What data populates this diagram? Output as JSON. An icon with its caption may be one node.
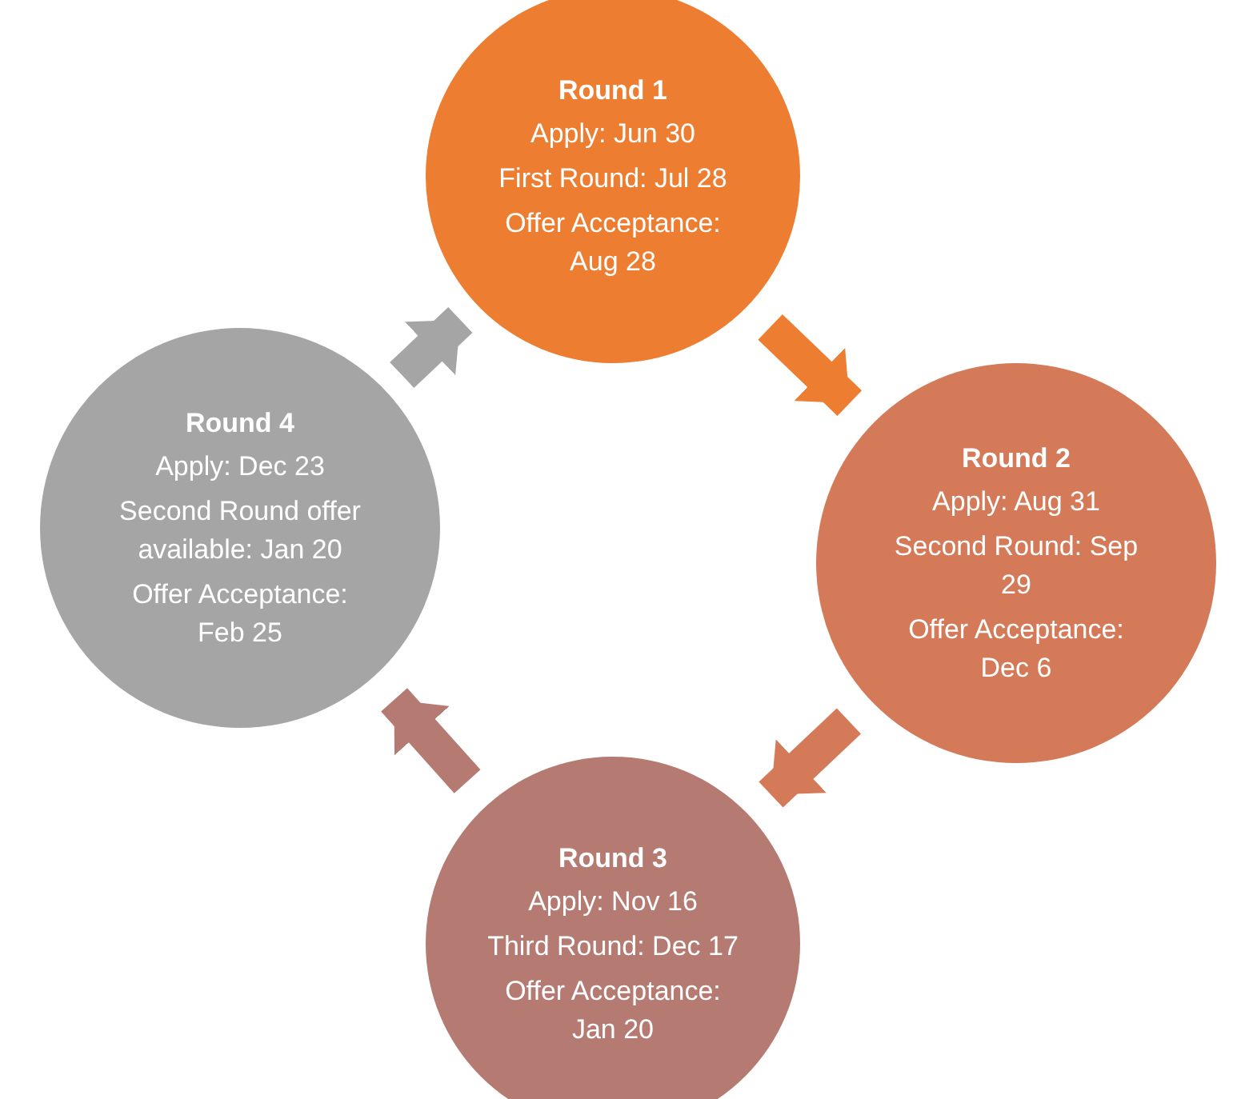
{
  "diagram": {
    "nodes": [
      {
        "text": [
          "Round 1",
          "Apply: Jun 30",
          "First Round: Jul 28",
          "Offer Acceptance: Aug 28"
        ]
      },
      {
        "text": [
          "Round 2",
          "Apply: Aug 31",
          "Second Round: Sep 29",
          "Offer Acceptance: Dec 6"
        ]
      },
      {
        "text": [
          "Round 3",
          "Apply: Nov 16",
          "Third Round: Dec 17",
          "Offer Acceptance: Jan 20"
        ]
      },
      {
        "text": [
          "Round 4",
          "Apply: Dec 23",
          "Second Round offer available: Jan 20",
          "Offer Acceptance: Feb 25"
        ]
      }
    ],
    "edges": [
      {
        "from": 0,
        "to": 1,
        "arrow": "to",
        "color": "#ed7d31"
      },
      {
        "from": 1,
        "to": 2,
        "arrow": "to",
        "color": "#d47a58"
      },
      {
        "from": 2,
        "to": 3,
        "arrow": "to",
        "color": "#b57a72"
      },
      {
        "from": 3,
        "to": 0,
        "arrow": "to",
        "color": "#a5a5a5"
      }
    ]
  }
}
